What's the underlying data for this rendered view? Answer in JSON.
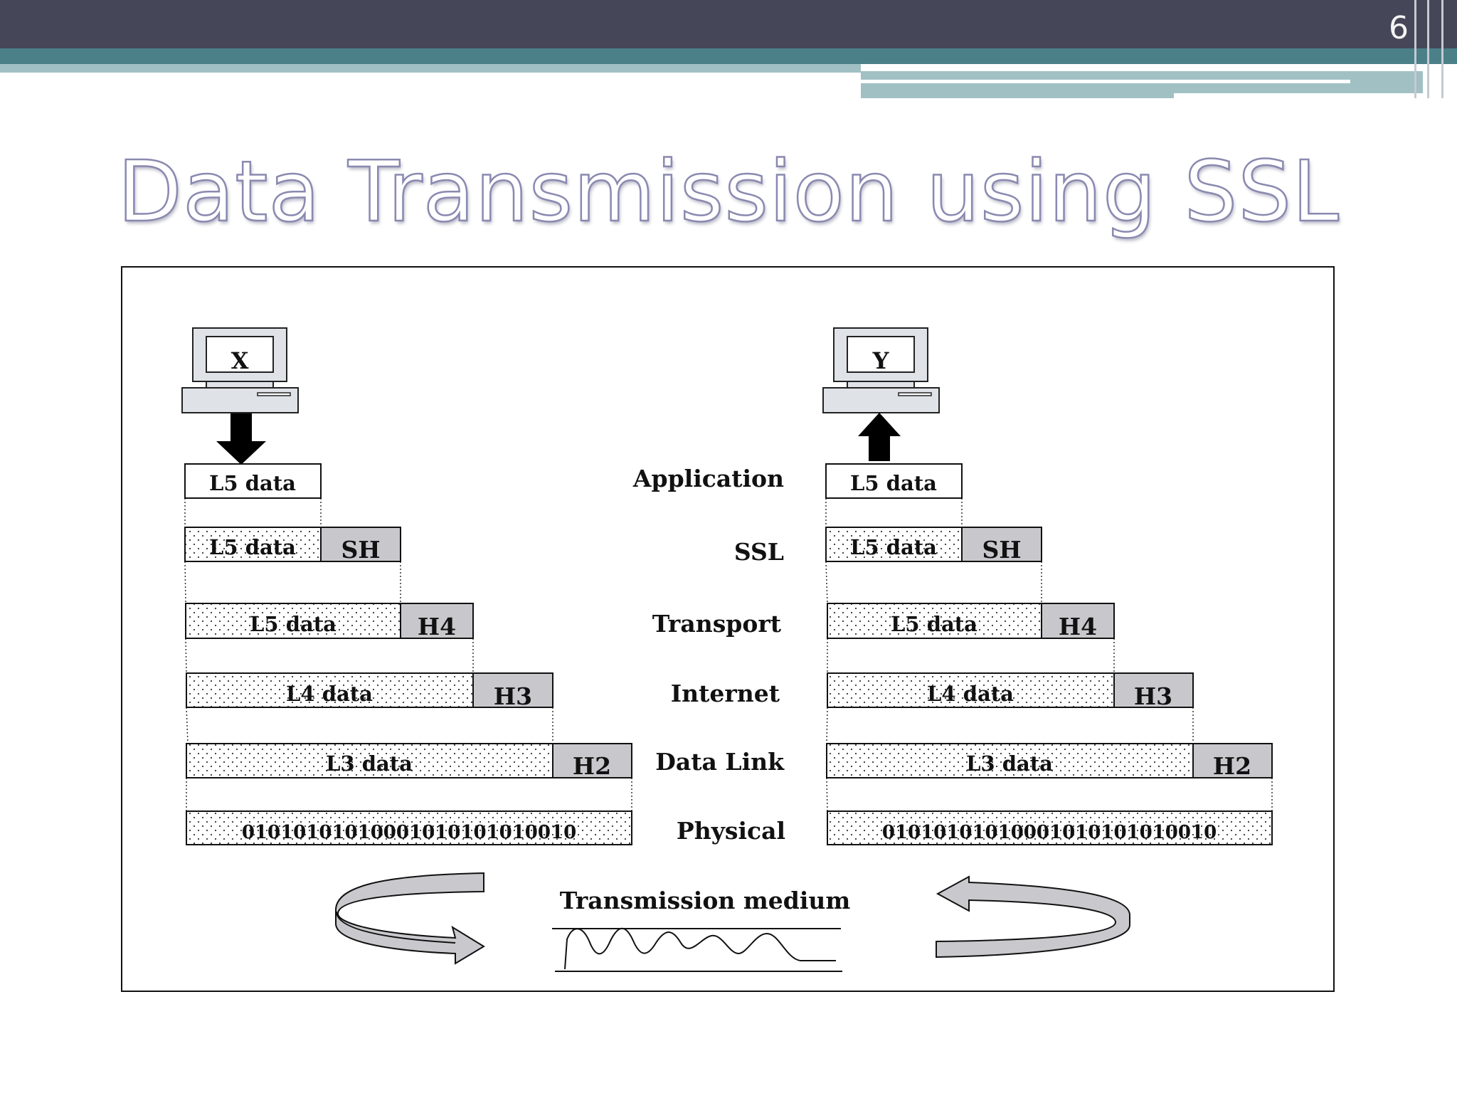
{
  "slide": {
    "number": "6",
    "title": "Data Transmission using SSL"
  },
  "diagram": {
    "hosts": {
      "left": "X",
      "right": "Y"
    },
    "layers": [
      "Application",
      "SSL",
      "Transport",
      "Internet",
      "Data Link",
      "Physical"
    ],
    "stack_rows": [
      {
        "data": "L5 data",
        "header": ""
      },
      {
        "data": "L5 data",
        "header": "SH"
      },
      {
        "data": "L5 data",
        "header": "H4"
      },
      {
        "data": "L4 data",
        "header": "H3"
      },
      {
        "data": "L3 data",
        "header": "H2"
      },
      {
        "data": "01010101010001010101010010",
        "header": ""
      }
    ],
    "medium_label": "Transmission medium"
  },
  "colors": {
    "topbar": "#464659",
    "stripe_teal": "#4b8088",
    "stripe_light": "#a1c0c4",
    "header_fill": "#c8c8cc",
    "title_outline": "#8a89b0"
  }
}
